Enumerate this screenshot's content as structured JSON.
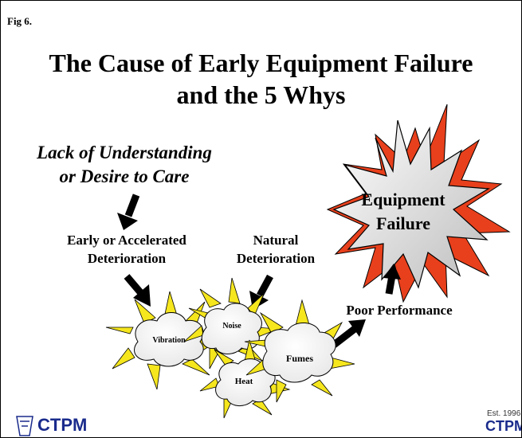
{
  "figure_label": "Fig 6.",
  "title_line1": "The Cause of Early Equipment Failure",
  "title_line2": "and the 5 Whys",
  "cause_line1": "Lack of Understanding",
  "cause_line2": "or Desire to Care",
  "early_line1": "Early or Accelerated",
  "early_line2": "Deterioration",
  "natural_line1": "Natural",
  "natural_line2": "Deterioration",
  "clouds": {
    "vibration": "Vibration",
    "noise": "Noise",
    "heat": "Heat",
    "fumes": "Fumes"
  },
  "poor_performance": "Poor Performance",
  "failure_line1": "Equipment",
  "failure_line2": "Failure",
  "logo_left": "CTPM",
  "logo_right_est": "Est. 1996",
  "logo_right": "CTPM",
  "colors": {
    "spike_yellow": "#f5e61e",
    "burst_red": "#e8401c",
    "burst_gray": "#cfcfcf",
    "cloud_fill": "#ffffff",
    "arrow": "#000000",
    "logo_blue": "#1a2b8c"
  }
}
